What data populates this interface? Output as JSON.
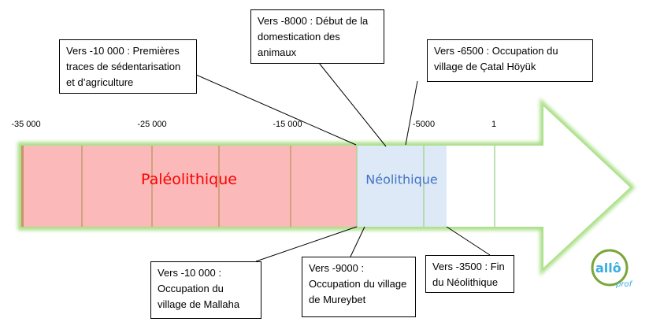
{
  "timeline": {
    "ticks": [
      "-35 000",
      "-25 000",
      "-15 000",
      "-5000",
      "1"
    ],
    "eras": [
      {
        "label": "Paléolithique",
        "color": "#ff0000"
      },
      {
        "label": "Néolithique",
        "color": "#4472c4"
      }
    ],
    "colors": {
      "paleo_fill": "#fbb9b9",
      "neo_fill": "#dde9f6",
      "arrow_glow": "#a9df86"
    }
  },
  "events": [
    {
      "text": "Vers -10 000 : Premières traces de sédentarisation et d’agriculture"
    },
    {
      "text": "Vers -8000 : Début de la domestication des animaux"
    },
    {
      "text": "Vers -6500 : Occupation du village de Çatal Höyük"
    },
    {
      "text": "Vers -10 000 : Occupation du village de Mallaha"
    },
    {
      "text": "Vers -9000 : Occupation du village de Mureybet"
    },
    {
      "text": "Vers -3500 : Fin du Néolithique"
    }
  ],
  "logo": {
    "text": "allô prof"
  }
}
